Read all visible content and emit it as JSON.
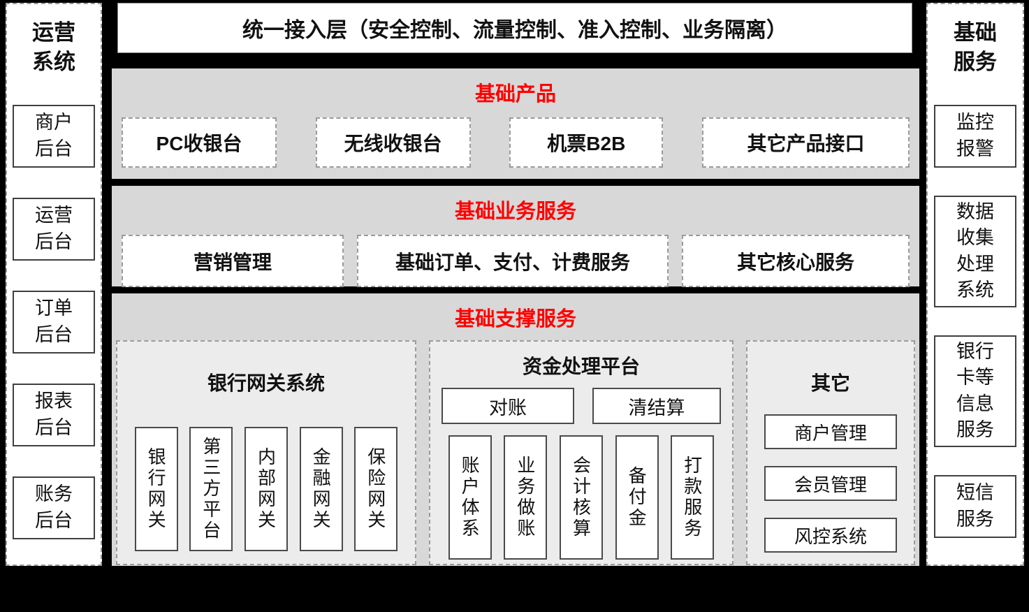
{
  "top_bar": {
    "label": "统一接入层（安全控制、流量控制、准入控制、业务隔离）"
  },
  "left_sidebar": {
    "title": "运营系统",
    "items": [
      {
        "label": "商户后台"
      },
      {
        "label": "运营后台"
      },
      {
        "label": "订单后台"
      },
      {
        "label": "报表后台"
      },
      {
        "label": "账务后台"
      }
    ]
  },
  "right_sidebar": {
    "title": "基础服务",
    "items": [
      {
        "label": "监控报警"
      },
      {
        "label": "数据收集处理系统"
      },
      {
        "label": "银行卡等信息服务"
      },
      {
        "label": "短信服务"
      }
    ]
  },
  "sections": {
    "products": {
      "title": "基础产品",
      "items": [
        {
          "label": "PC收银台"
        },
        {
          "label": "无线收银台"
        },
        {
          "label": "机票B2B"
        },
        {
          "label": "其它产品接口"
        }
      ]
    },
    "business": {
      "title": "基础业务服务",
      "items": [
        {
          "label": "营销管理"
        },
        {
          "label": "基础订单、支付、计费服务"
        },
        {
          "label": "其它核心服务"
        }
      ]
    },
    "support": {
      "title": "基础支撑服务",
      "panels": {
        "bank_gateway": {
          "title": "银行网关系统",
          "items": [
            {
              "label": "银行网关"
            },
            {
              "label": "第三方平台"
            },
            {
              "label": "内部网关"
            },
            {
              "label": "金融网关"
            },
            {
              "label": "保险网关"
            }
          ]
        },
        "funds": {
          "title": "资金处理平台",
          "top_items": [
            {
              "label": "对账"
            },
            {
              "label": "清结算"
            }
          ],
          "items": [
            {
              "label": "账户体系"
            },
            {
              "label": "业务做账"
            },
            {
              "label": "会计核算"
            },
            {
              "label": "备付金"
            },
            {
              "label": "打款服务"
            }
          ]
        },
        "other": {
          "title": "其它",
          "items": [
            {
              "label": "商户管理"
            },
            {
              "label": "会员管理"
            },
            {
              "label": "风控系统"
            }
          ]
        }
      }
    }
  },
  "colors": {
    "background": "#000000",
    "section_bg": "#d8d8d8",
    "panel_bg": "#ececec",
    "accent_red": "#ff0000"
  }
}
